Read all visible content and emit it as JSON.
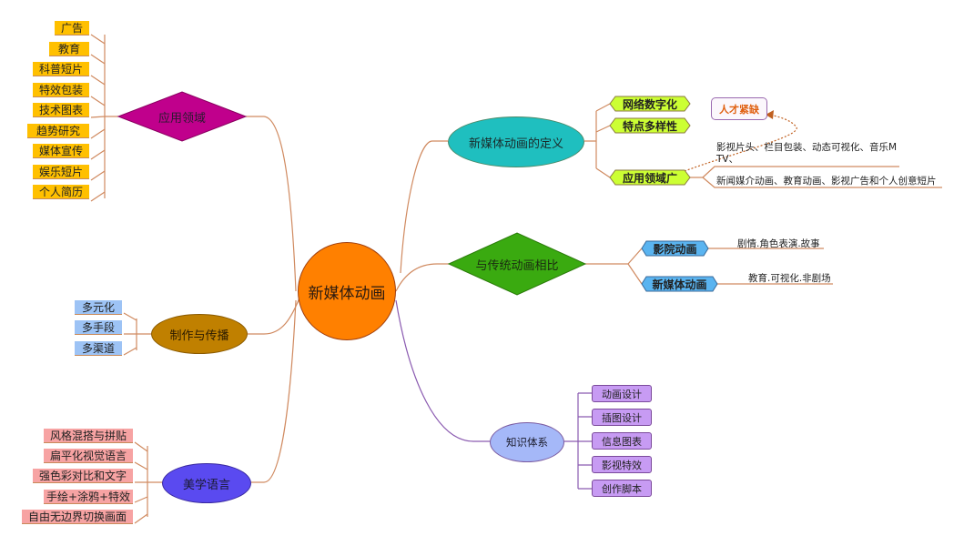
{
  "colors": {
    "central": "#ff8000",
    "application": "#c0008c",
    "definition": "#1fbfbf",
    "comparison": "#3aaa10",
    "knowledge": "#a5b8f8",
    "production": "#c08000",
    "aesthetics": "#5a4af0",
    "leaf_yellow": "#ffc000",
    "leaf_blue": "#9dc3f5",
    "leaf_pink": "#f7a3a3",
    "leaf_green": "#ccff33",
    "leaf_sky": "#5ab4f0",
    "leaf_purple": "#c79bf3",
    "connector": "#d08a60",
    "connector_purple": "#8a5ab0"
  },
  "central": {
    "label": "新媒体动画"
  },
  "application": {
    "label": "应用领域",
    "items": [
      "广告",
      "教育",
      "科普短片",
      "特效包装",
      "技术图表",
      "趋势研究",
      "媒体宣传",
      "娱乐短片",
      "个人简历"
    ]
  },
  "production": {
    "label": "制作与传播",
    "items": [
      "多元化",
      "多手段",
      "多渠道"
    ]
  },
  "aesthetics": {
    "label": "美学语言",
    "items": [
      "风格混搭与拼贴",
      "扁平化视觉语言",
      "强色彩对比和文字",
      "手绘+涂鸦+特效",
      "自由无边界切换画面"
    ]
  },
  "definition": {
    "label": "新媒体动画的定义",
    "items": [
      "网络数字化",
      "特点多样性",
      "应用领域广"
    ],
    "callout": "人才紧缺",
    "notes": [
      "影视片头、栏目包装、动态可视化、音乐MTV、",
      "新闻媒介动画、教育动画、影视广告和个人创意短片"
    ],
    "note_line1a": "影视片头、栏目包装、动态可视化、音乐",
    "note_line1b": "MTV、"
  },
  "comparison": {
    "label": "与传统动画相比",
    "items": [
      {
        "label": "影院动画",
        "note": "剧情.角色表演.故事"
      },
      {
        "label": "新媒体动画",
        "note": "教育.可视化.非剧场"
      }
    ]
  },
  "knowledge": {
    "label": "知识体系",
    "items": [
      "动画设计",
      "插图设计",
      "信息图表",
      "影视特效",
      "创作脚本"
    ]
  }
}
